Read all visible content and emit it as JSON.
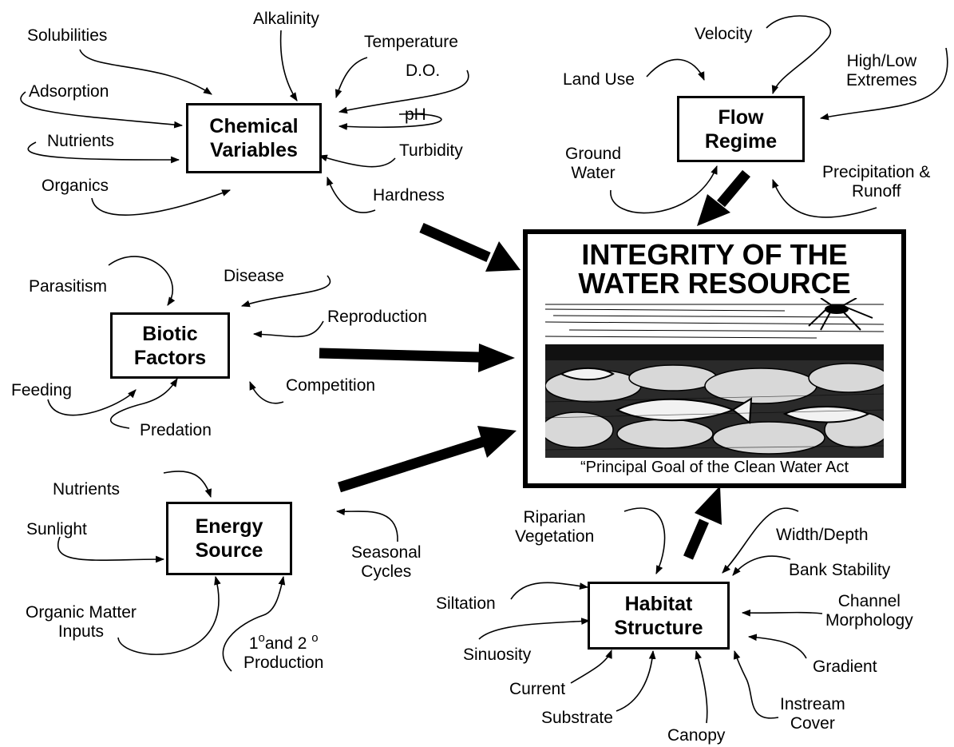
{
  "boxes": {
    "chemical": [
      "Chemical",
      "Variables"
    ],
    "flow": [
      "Flow",
      "Regime"
    ],
    "biotic": [
      "Biotic",
      "Factors"
    ],
    "energy": [
      "Energy",
      "Source"
    ],
    "habitat": [
      "Habitat",
      "Structure"
    ]
  },
  "central": {
    "title": [
      "INTEGRITY OF THE",
      "WATER RESOURCE"
    ],
    "caption": "“Principal Goal of the Clean Water Act"
  },
  "chemical_inputs": {
    "solubilities": "Solubilities",
    "alkalinity": "Alkalinity",
    "temperature": "Temperature",
    "do": "D.O.",
    "adsorption": "Adsorption",
    "ph": "pH",
    "nutrients": "Nutrients",
    "turbidity": "Turbidity",
    "organics": "Organics",
    "hardness": "Hardness"
  },
  "flow_inputs": {
    "velocity": "Velocity",
    "land_use": "Land Use",
    "extremes": [
      "High/Low",
      "Extremes"
    ],
    "ground_water": [
      "Ground",
      "Water"
    ],
    "precipitation": [
      "Precipitation &",
      "Runoff"
    ]
  },
  "biotic_inputs": {
    "parasitism": "Parasitism",
    "disease": "Disease",
    "reproduction": "Reproduction",
    "feeding": "Feeding",
    "competition": "Competition",
    "predation": "Predation"
  },
  "energy_inputs": {
    "nutrients": "Nutrients",
    "sunlight": "Sunlight",
    "seasonal": [
      "Seasonal",
      "Cycles"
    ],
    "organic_matter": [
      "Organic Matter",
      "Inputs"
    ],
    "production_1": "1",
    "production_sup1": "o",
    "production_and": "and 2",
    "production_sup2": "o",
    "production_2": "Production"
  },
  "habitat_inputs": {
    "riparian": [
      "Riparian",
      "Vegetation"
    ],
    "width_depth": "Width/Depth",
    "bank_stability": "Bank Stability",
    "siltation": "Siltation",
    "channel": [
      "Channel",
      "Morphology"
    ],
    "sinuosity": "Sinuosity",
    "gradient": "Gradient",
    "current": "Current",
    "instream": [
      "Instream",
      "Cover"
    ],
    "substrate": "Substrate",
    "canopy": "Canopy"
  }
}
